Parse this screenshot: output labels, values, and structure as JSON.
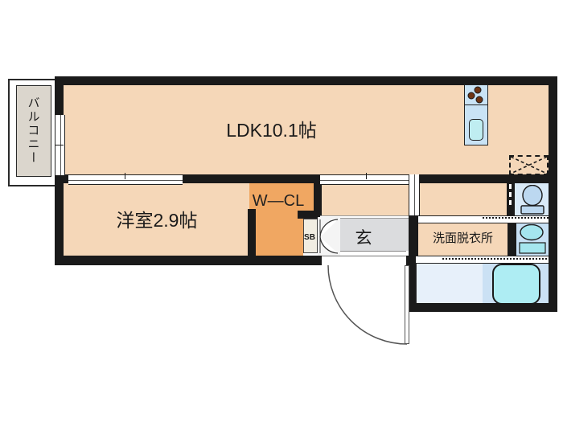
{
  "plan": {
    "title": "apartment-floor-plan",
    "rooms": {
      "balcony": "バルコニー",
      "ldk": "LDK10.1帖",
      "western_room": "洋室2.9帖",
      "walk_in_closet": "W—CL",
      "shoe_box": "SB",
      "entrance": "玄",
      "washroom": "洗面脱衣所"
    },
    "fixtures": [
      "kitchen-stove-burners",
      "kitchen-sink",
      "refrigerator-space",
      "toilet",
      "washbasin",
      "bathtub",
      "entrance-swing-door",
      "shoe-box-double-doors",
      "sliding-doors",
      "windows"
    ],
    "colors": {
      "wall": "#1a1a1a",
      "room": "#f5d7b8",
      "closet": "#f0a762",
      "balconyFloor": "#dbd6cd",
      "entranceFloor": "#dbdcde",
      "toiletRoom": "#d9eaf8",
      "basinRoom": "#c8e1f5",
      "fixtureBlue": "#c9e3f5",
      "fixtureCyan": "#bfedf1",
      "toiletBowl": "#bcd8f0",
      "basinCyan": "#a5e6ee",
      "bathLeft": "#e7f0fa",
      "bathRight": "#cbe1f4",
      "tub": "#aeedf3",
      "burner": "#6e3414"
    }
  }
}
